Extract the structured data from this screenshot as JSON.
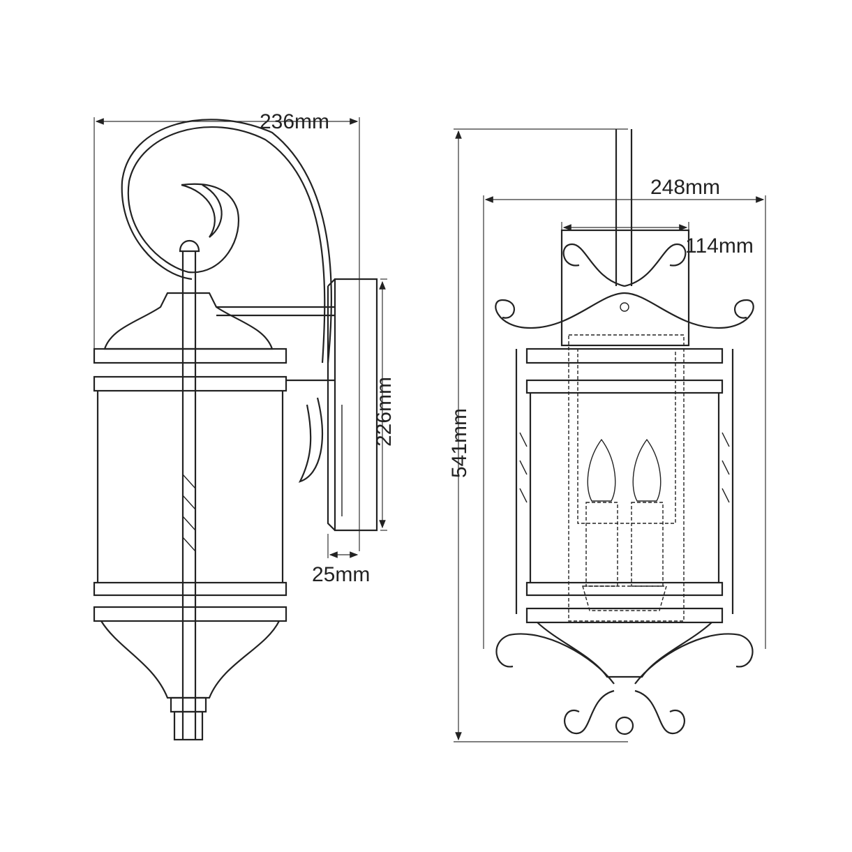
{
  "dimensions": {
    "side_width": "236mm",
    "wall_plate_height": "226mm",
    "wall_plate_depth": "25mm",
    "overall_height": "541mm",
    "front_width": "248mm",
    "backplate_width": "114mm"
  }
}
